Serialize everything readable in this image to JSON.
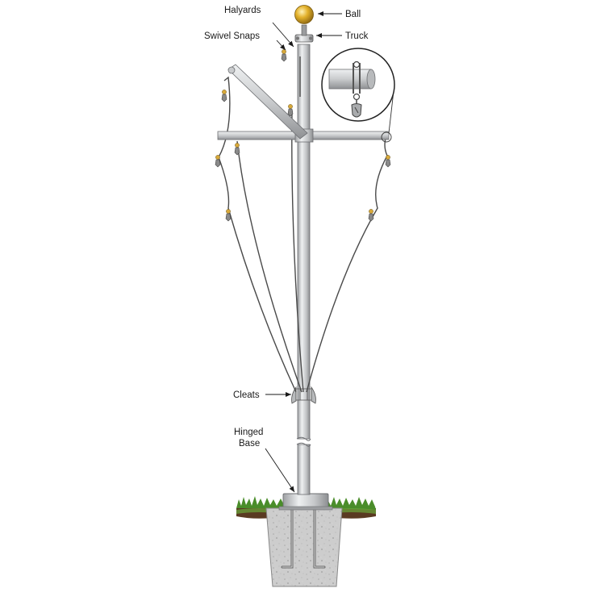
{
  "labels": {
    "halyards": "Halyards",
    "ball": "Ball",
    "swivel_snaps": "Swivel Snaps",
    "truck": "Truck",
    "cleats": "Cleats",
    "hinged_line1": "Hinged",
    "hinged_line2": "Base"
  },
  "colors": {
    "ball": "#e3b12a",
    "pole": "#c9cbcd",
    "grass": "#4a8d2a",
    "soil": "#5a3a22",
    "concrete": "#c8c8c8"
  }
}
